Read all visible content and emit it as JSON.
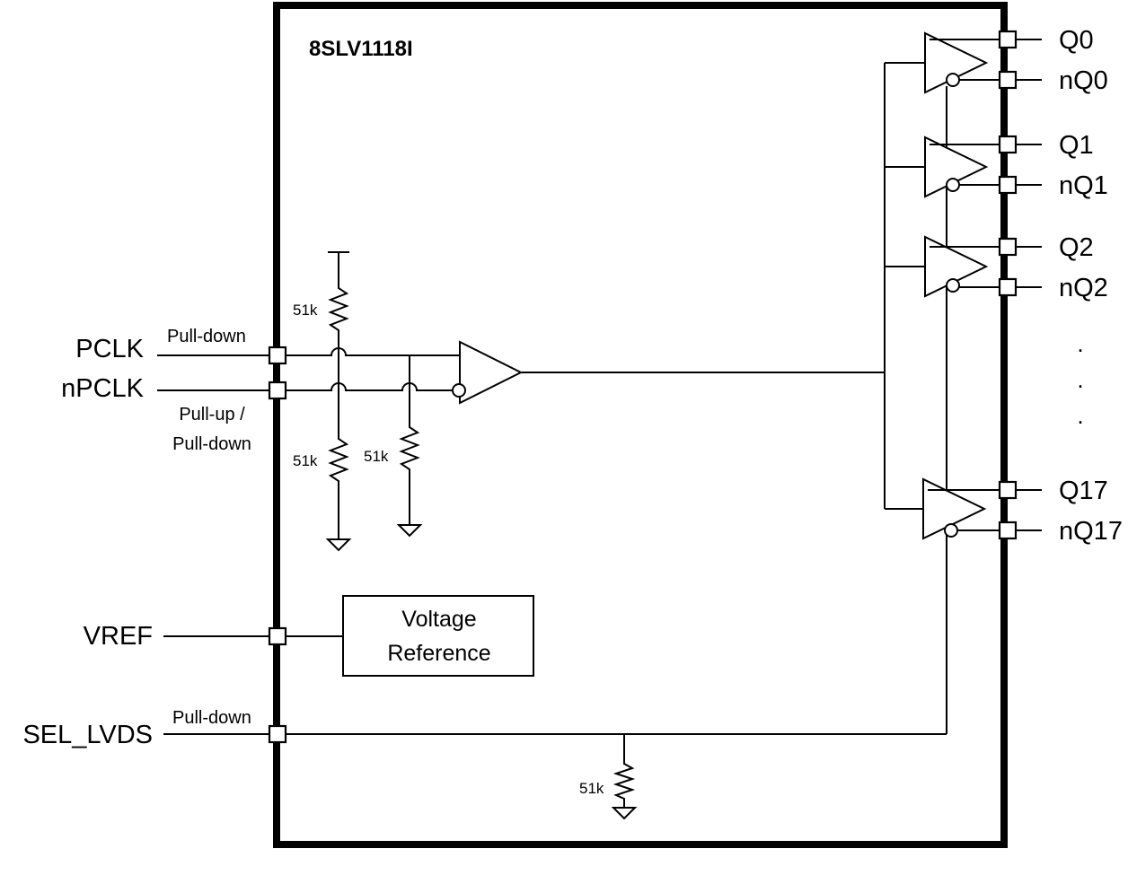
{
  "chip": {
    "name": "8SLV1118I"
  },
  "inputs": {
    "pclk": {
      "label": "PCLK",
      "note": "Pull-down"
    },
    "npclk": {
      "label": "nPCLK",
      "note_line1": "Pull-up /",
      "note_line2": "Pull-down"
    },
    "vref": {
      "label": "VREF"
    },
    "sel_lvds": {
      "label": "SEL_LVDS",
      "note": "Pull-down"
    }
  },
  "resistors": {
    "pullup_pclk": "51k",
    "pulldown_pclk": "51k",
    "pulldown_npclk": "51k",
    "pulldown_sel": "51k"
  },
  "voltage_reference": {
    "line1": "Voltage",
    "line2": "Reference"
  },
  "outputs": [
    {
      "q": "Q0",
      "nq": "nQ0"
    },
    {
      "q": "Q1",
      "nq": "nQ1"
    },
    {
      "q": "Q2",
      "nq": "nQ2"
    },
    {
      "q": "Q17",
      "nq": "nQ17"
    }
  ],
  "ellipsis": "."
}
